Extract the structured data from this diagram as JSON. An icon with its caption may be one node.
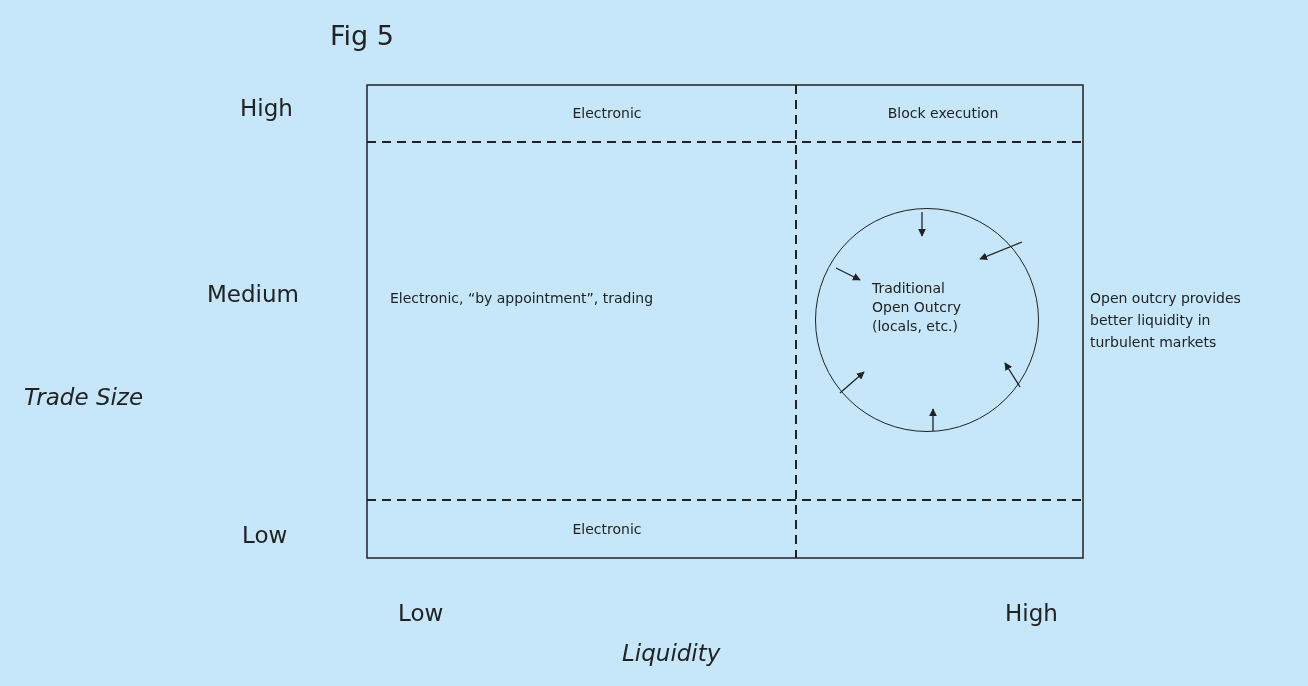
{
  "diagram": {
    "title": "Fig 5",
    "nodes": [
      {
        "text": [
          "Traditional Open Outcry (locals, etc.)"
        ],
        "beside": [
          "Open outcry provides better liquidity in turbulent markets"
        ]
      }
    ],
    "labels": [
      "High",
      "Electronic",
      "Block execution",
      "Medium",
      "Electronic, “by appointment”, trading",
      "Trade Size",
      "Low",
      "Electronic",
      "Low",
      "High",
      "Liquidity"
    ]
  }
}
